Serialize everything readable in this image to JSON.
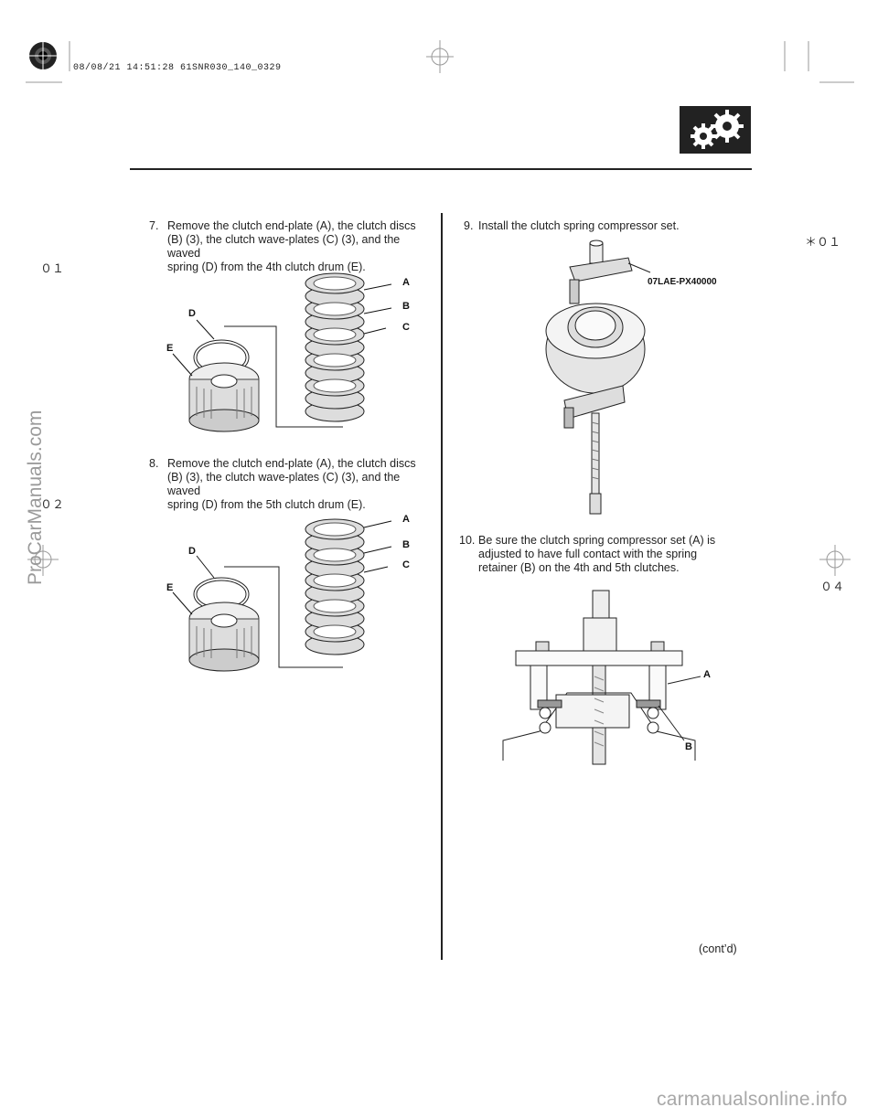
{
  "print_stamp": "08/08/21 14:51:28 61SNR030_140_0329",
  "margin_marks": {
    "left_top": "０１",
    "left_mid": "０２",
    "right_top": "＊０１",
    "right_bottom": "０４"
  },
  "steps": [
    {
      "num": "7.",
      "lines": [
        "Remove the clutch end-plate (A), the clutch discs",
        "(B) (3), the clutch wave-plates (C) (3), and the waved",
        "spring (D) from the 4th clutch drum (E)."
      ],
      "figure_labels": [
        "A",
        "B",
        "C",
        "D",
        "E"
      ]
    },
    {
      "num": "8.",
      "lines": [
        "Remove the clutch end-plate (A), the clutch discs",
        "(B) (3), the clutch wave-plates (C) (3), and the waved",
        "spring (D) from the 5th clutch drum (E)."
      ],
      "figure_labels": [
        "A",
        "B",
        "C",
        "D",
        "E"
      ]
    },
    {
      "num": "9.",
      "lines": [
        "Install the clutch spring compressor set."
      ],
      "figure_labels": [
        "07LAE-PX40000"
      ]
    },
    {
      "num": "10.",
      "lines": [
        "Be sure the clutch spring compressor set (A) is",
        "adjusted to have full contact with the spring",
        "retainer (B) on the 4th and 5th clutches."
      ],
      "figure_labels": [
        "A",
        "B"
      ]
    }
  ],
  "continued": "(cont’d)",
  "watermark_left": "ProCarManuals.com",
  "watermark_bottom": "carmanualsonline.info"
}
